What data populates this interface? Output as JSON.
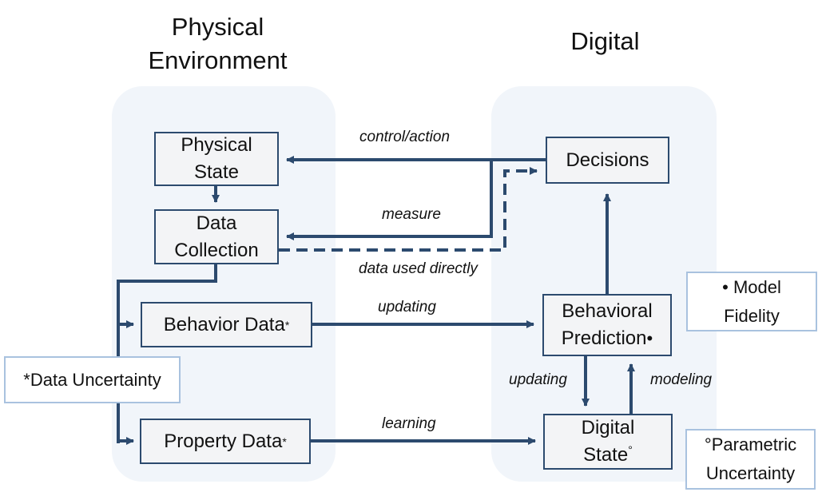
{
  "headings": {
    "physical": [
      "Physical",
      "Environment"
    ],
    "digital": "Digital"
  },
  "nodes": {
    "physical_state": [
      "Physical",
      "State"
    ],
    "data_collection": [
      "Data",
      "Collection"
    ],
    "behavior_data": "Behavior Data",
    "behavior_data_mark": "*",
    "property_data": "Property Data",
    "property_data_mark": "*",
    "decisions": "Decisions",
    "behavioral_prediction": [
      "Behavioral",
      "Prediction"
    ],
    "behavioral_prediction_mark": "•",
    "digital_state": [
      "Digital",
      "State"
    ],
    "digital_state_mark": "°"
  },
  "edge_labels": {
    "control_action": "control/action",
    "measure": "measure",
    "data_used_directly": "data used directly",
    "updating_top": "updating",
    "learning": "learning",
    "updating_bottom": "updating",
    "modeling": "modeling"
  },
  "legends": {
    "data_uncertainty": "*Data Uncertainty",
    "model_fidelity": [
      "• Model",
      "Fidelity"
    ],
    "parametric_uncertainty": [
      "°Parametric",
      "Uncertainty"
    ]
  },
  "colors": {
    "arrow": "#2c4a6e",
    "region_fill": "#f1f5fa",
    "node_fill": "#f3f4f6",
    "legend_border": "#a9c2df"
  }
}
